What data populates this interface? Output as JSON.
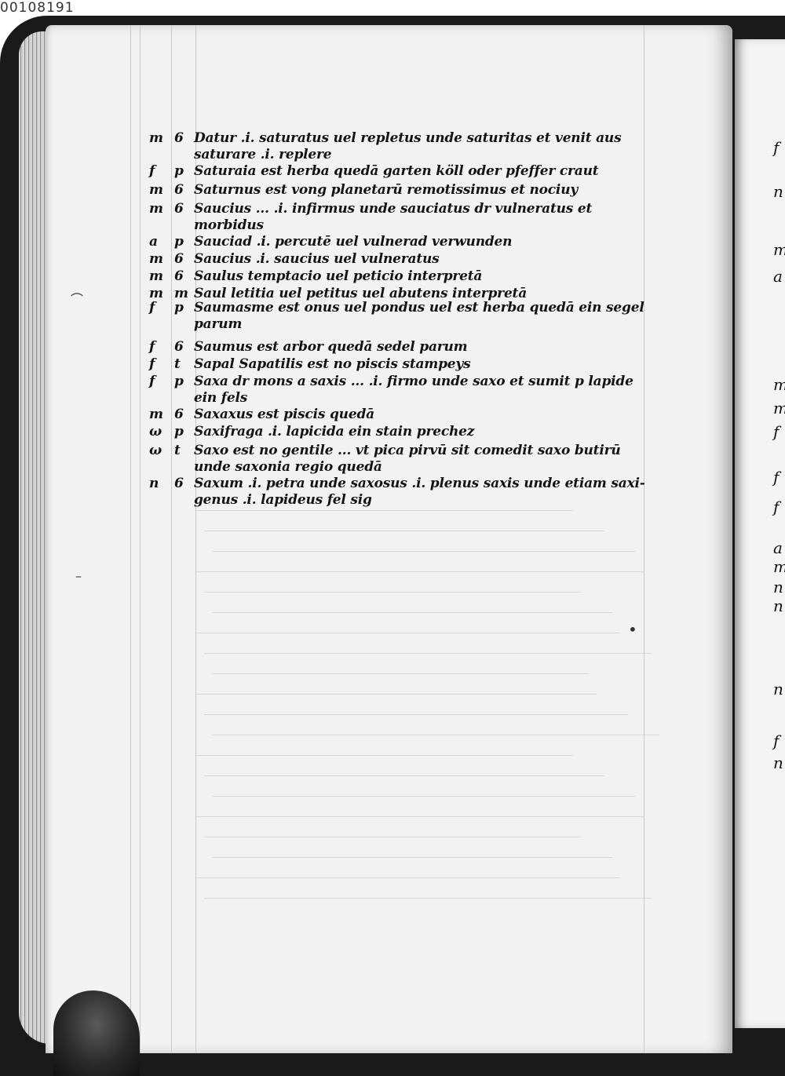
{
  "stamp": "00108191",
  "facing_page_letters": [
    "f",
    "n",
    "m",
    "a",
    "m",
    "m",
    "f",
    "f",
    "f",
    "a",
    "m",
    "n",
    "n",
    "n",
    "f",
    "n"
  ],
  "entries": [
    {
      "gender": "m",
      "decl": "6",
      "lines": [
        "Datur .i. saturatus uel repletus unde saturitas et venit aus",
        "saturare .i. replere"
      ]
    },
    {
      "gender": "f",
      "decl": "p",
      "lines": [
        "Saturaia est herba quedā garten köll oder pfeffer craut"
      ]
    },
    {
      "gender": "m",
      "decl": "6",
      "lines": [
        "Saturnus est vong planetarū remotissimus et nociuy"
      ]
    },
    {
      "gender": "m",
      "decl": "6",
      "lines": [
        "Saucius ... .i. infirmus unde sauciatus dr vulneratus et",
        "morbidus"
      ]
    },
    {
      "gender": "a",
      "decl": "p",
      "lines": [
        "Sauciad .i. percutē uel vulnerad verwunden"
      ]
    },
    {
      "gender": "m",
      "decl": "6",
      "lines": [
        "Saucius .i. saucius uel vulneratus"
      ]
    },
    {
      "gender": "m",
      "decl": "6",
      "lines": [
        "Saulus temptacio uel peticio interpretā"
      ]
    },
    {
      "gender": "m",
      "decl": "m",
      "lines": [
        "Saul letitia uel petitus uel abutens interpretā"
      ]
    },
    {
      "gender": "f",
      "decl": "p",
      "lines": [
        "Saumasme est onus uel pondus uel est herba quedā ein segel",
        "parum"
      ]
    },
    {
      "gender": "f",
      "decl": "6",
      "lines": [
        "Saumus est arbor quedā sedel parum"
      ]
    },
    {
      "gender": "f",
      "decl": "t",
      "lines": [
        "Sapal Sapatilis est no piscis stampeys"
      ]
    },
    {
      "gender": "f",
      "decl": "p",
      "lines": [
        "Saxa dr mons a saxis ... .i. firmo unde saxo et sumit p lapide",
        "ein fels"
      ]
    },
    {
      "gender": "m",
      "decl": "6",
      "lines": [
        "Saxaxus est piscis quedā"
      ]
    },
    {
      "gender": "ω",
      "decl": "p",
      "lines": [
        "Saxifraga .i. lapicida ein stain prechez"
      ]
    },
    {
      "gender": "ω",
      "decl": "t",
      "lines": [
        "Saxo est no gentile ... vt pica pirvū sit comedit saxo butirū",
        "unde saxonia regio quedā"
      ]
    },
    {
      "gender": "n",
      "decl": "6",
      "lines": [
        "Saxum .i. petra unde saxosus .i. plenus saxis unde etiam saxi-",
        "genus .i. lapideus fel sig"
      ]
    }
  ]
}
